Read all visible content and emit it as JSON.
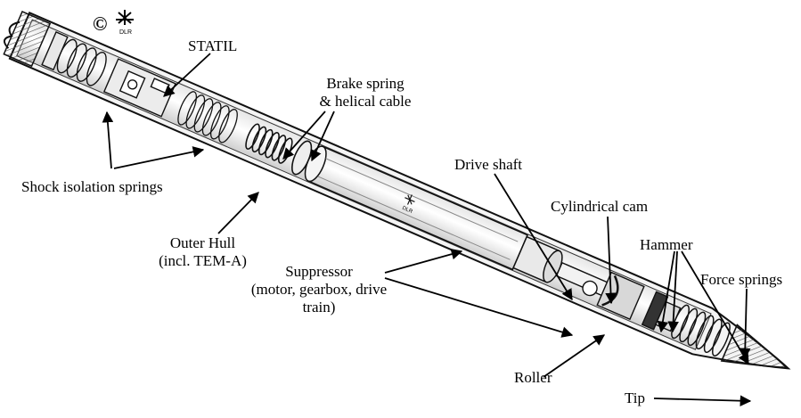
{
  "copyright": {
    "symbol": "©",
    "logo_text": "DLR"
  },
  "body_logo_text": "DLR",
  "labels": {
    "statil": "STATIL",
    "brake_spring_1": "Brake spring",
    "brake_spring_2": "& helical cable",
    "shock_isolation_springs": "Shock isolation springs",
    "drive_shaft": "Drive shaft",
    "cylindrical_cam": "Cylindrical cam",
    "outer_hull_1": "Outer Hull",
    "outer_hull_2": "(incl. TEM-A)",
    "suppressor_1": "Suppressor",
    "suppressor_2": "(motor, gearbox, drive",
    "suppressor_3": "train)",
    "hammer": "Hammer",
    "force_springs": "Force springs",
    "roller": "Roller",
    "tip": "Tip"
  }
}
